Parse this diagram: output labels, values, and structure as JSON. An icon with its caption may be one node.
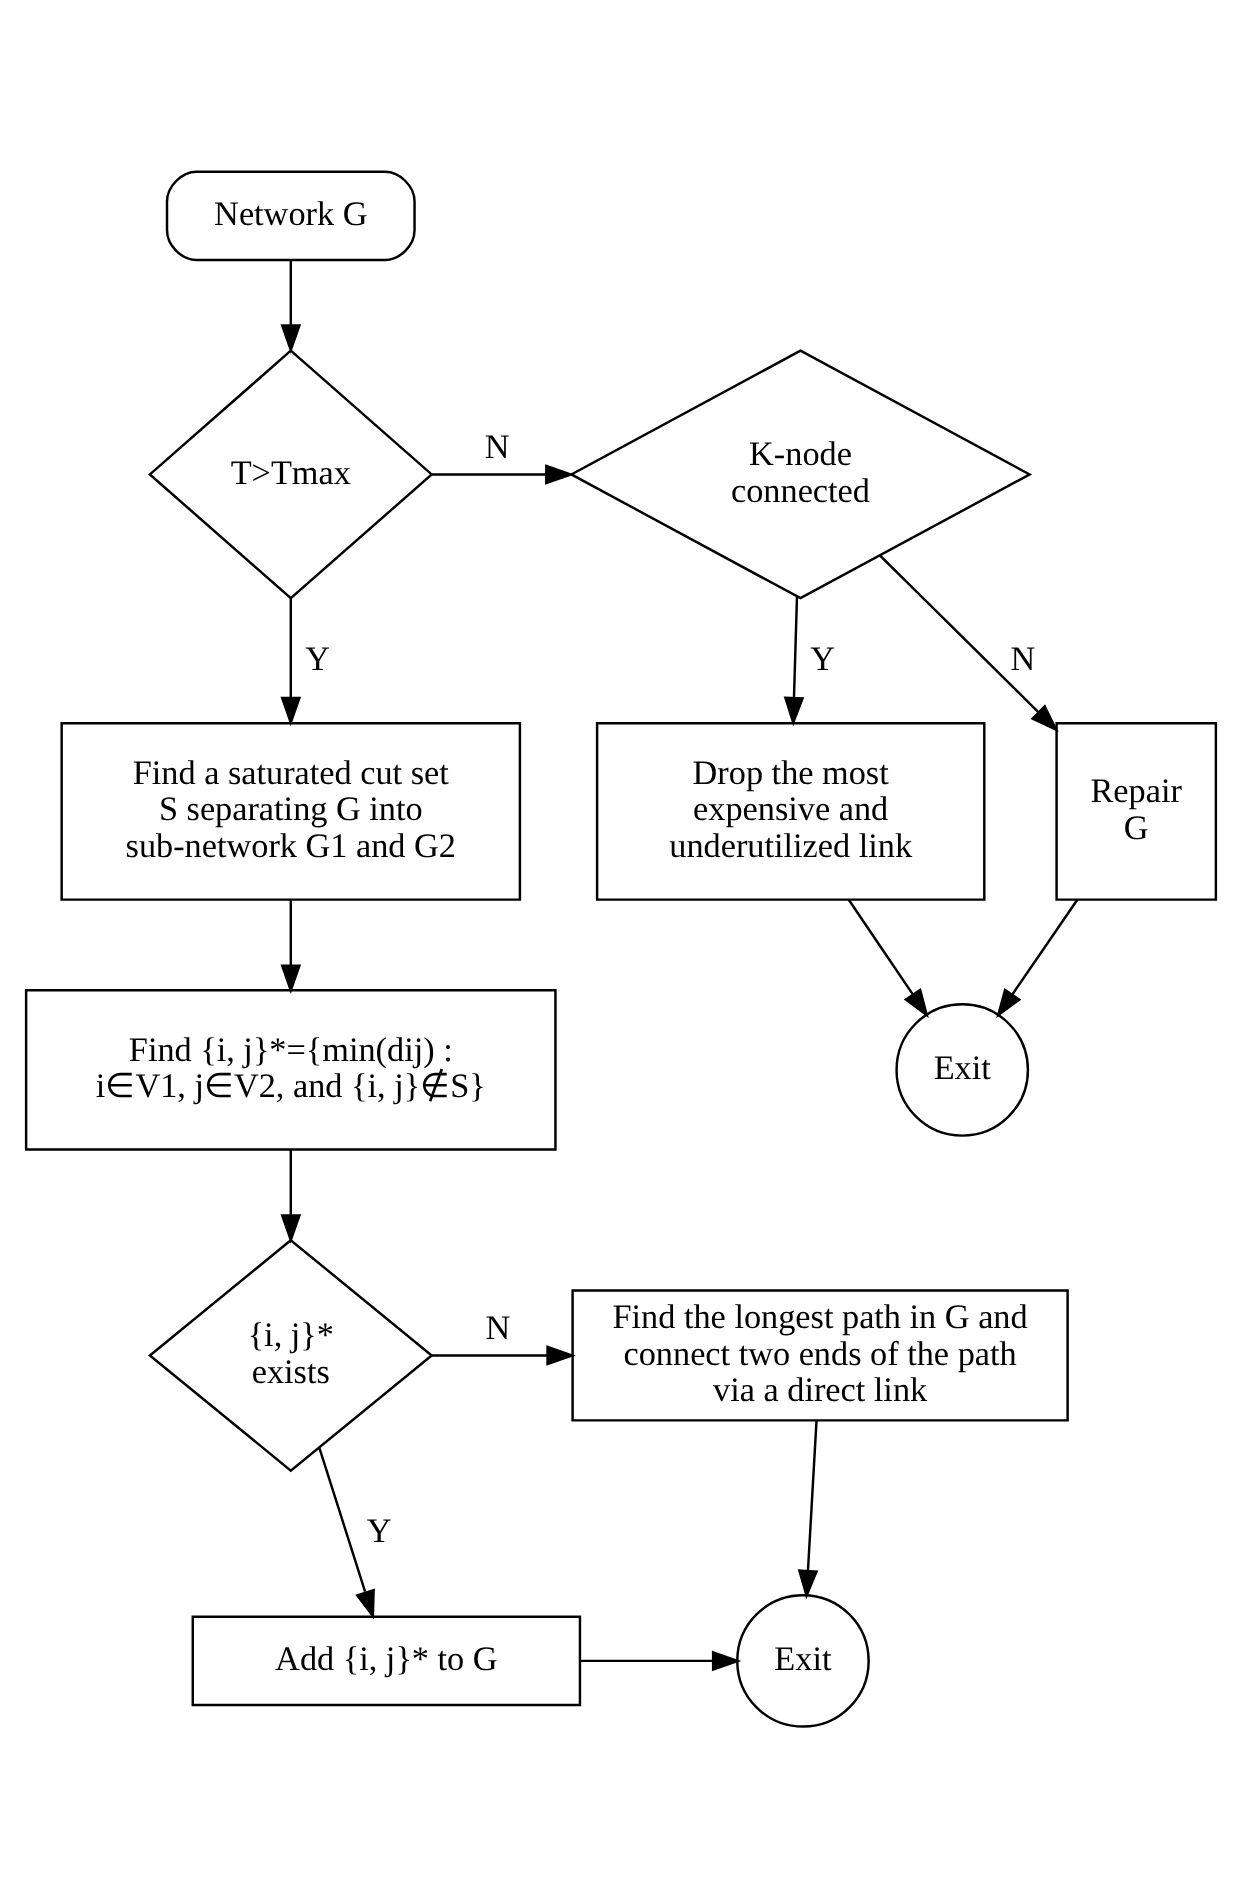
{
  "diagram": {
    "nodes": [
      {
        "text": [
          "Network G"
        ]
      },
      {
        "text": [
          "T>Tmax"
        ]
      },
      {
        "text": [
          "K-node connected"
        ]
      },
      {
        "text": [
          "Find a saturated cut set S separating G into sub-network G1 and G2"
        ]
      },
      {
        "text": [
          "Drop the most expensive and underutilized link"
        ]
      },
      {
        "text": [
          "Repair G"
        ]
      },
      {
        "text": [
          "Exit"
        ]
      },
      {
        "text": [
          "Find {i, j}*={min(dij) : i∈V1, j∈V2, and {i, j}∉S}"
        ]
      },
      {
        "text": [
          "{i, j}* exists"
        ]
      },
      {
        "text": [
          "Find the longest path in G and connect two ends of the path via a direct link"
        ]
      },
      {
        "text": [
          "Add {i, j}* to G"
        ]
      },
      {
        "text": [
          "Exit"
        ]
      }
    ],
    "edges": [
      {
        "from": 0,
        "to": 1,
        "arrow": "to"
      },
      {
        "from": 1,
        "to": 2,
        "arrow": "to",
        "label": "N"
      },
      {
        "from": 1,
        "to": 3,
        "arrow": "to",
        "label": "Y"
      },
      {
        "from": 2,
        "to": 4,
        "arrow": "to",
        "label": "Y"
      },
      {
        "from": 2,
        "to": 5,
        "arrow": "to",
        "label": "N"
      },
      {
        "from": 4,
        "to": 6,
        "arrow": "to"
      },
      {
        "from": 5,
        "to": 6,
        "arrow": "to"
      },
      {
        "from": 3,
        "to": 7,
        "arrow": "to"
      },
      {
        "from": 7,
        "to": 8,
        "arrow": "to"
      },
      {
        "from": 8,
        "to": 9,
        "arrow": "to",
        "label": "N"
      },
      {
        "from": 8,
        "to": 10,
        "arrow": "to",
        "label": "Y"
      },
      {
        "from": 9,
        "to": 11,
        "arrow": "to"
      },
      {
        "from": 10,
        "to": 11,
        "arrow": "to"
      }
    ]
  }
}
